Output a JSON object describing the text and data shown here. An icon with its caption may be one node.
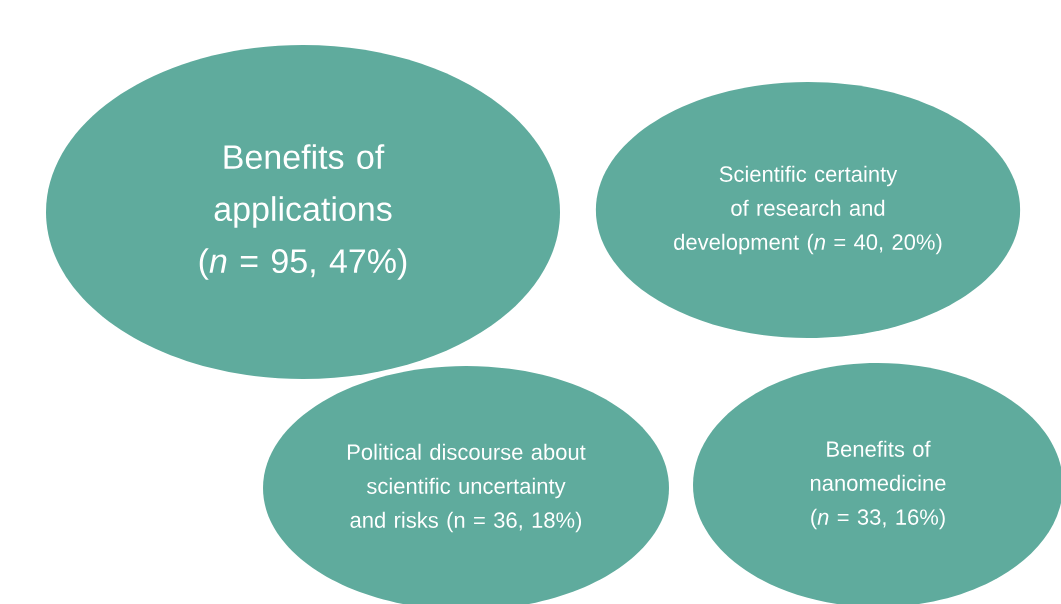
{
  "diagram": {
    "nodes": [
      {
        "text": [
          "Benefits of applications (*n* = 95, 47%)"
        ]
      },
      {
        "text": [
          "Scientific certainty of research and development (*n* = 40, 20%)"
        ]
      },
      {
        "text": [
          "Political discourse about scientific uncertainty and risks (n = 36, 18%)"
        ]
      },
      {
        "text": [
          "Benefits of nanomedicine (*n* = 33, 16%)"
        ]
      }
    ]
  }
}
